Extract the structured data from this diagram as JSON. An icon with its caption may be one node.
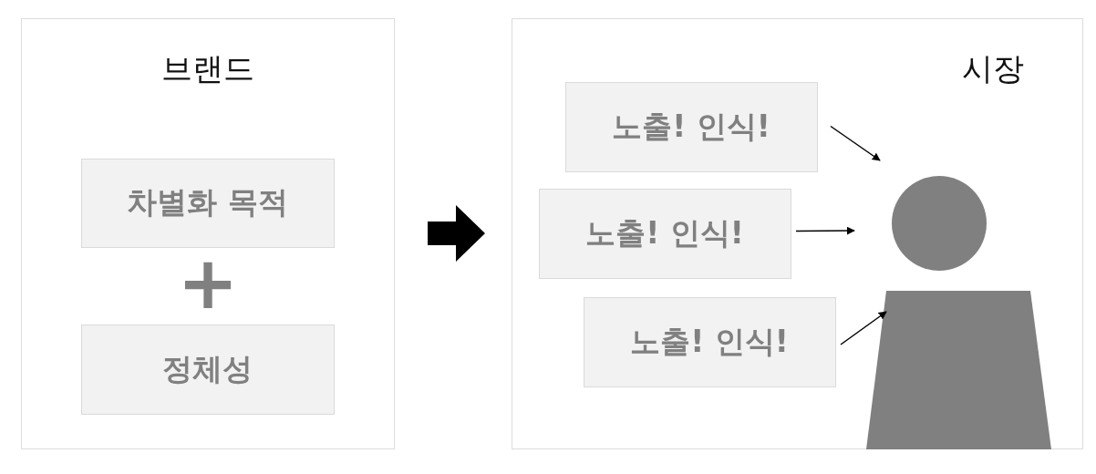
{
  "diagram": {
    "nodes": [
      {
        "text": [
          "브랜드"
        ]
      },
      {
        "text": [
          "차별화 목적"
        ],
        "in": 0
      },
      {
        "text": [
          "정체성"
        ],
        "in": 0
      },
      {
        "text": [
          "시장"
        ]
      },
      {
        "text": [
          "노출! 인식!"
        ],
        "in": 3
      },
      {
        "text": [
          "노출! 인식!"
        ],
        "in": 3
      },
      {
        "text": [
          "노출! 인식!"
        ],
        "in": 3
      },
      {
        "text": [],
        "shape": "person",
        "in": 3
      }
    ],
    "edges": [
      {
        "from": 0,
        "to": 3,
        "arrow": "to",
        "style": "thick"
      },
      {
        "from": 4,
        "to": 7,
        "arrow": "to"
      },
      {
        "from": 5,
        "to": 7,
        "arrow": "to"
      },
      {
        "from": 6,
        "to": 7,
        "arrow": "to"
      }
    ],
    "labels": [
      "+"
    ]
  }
}
